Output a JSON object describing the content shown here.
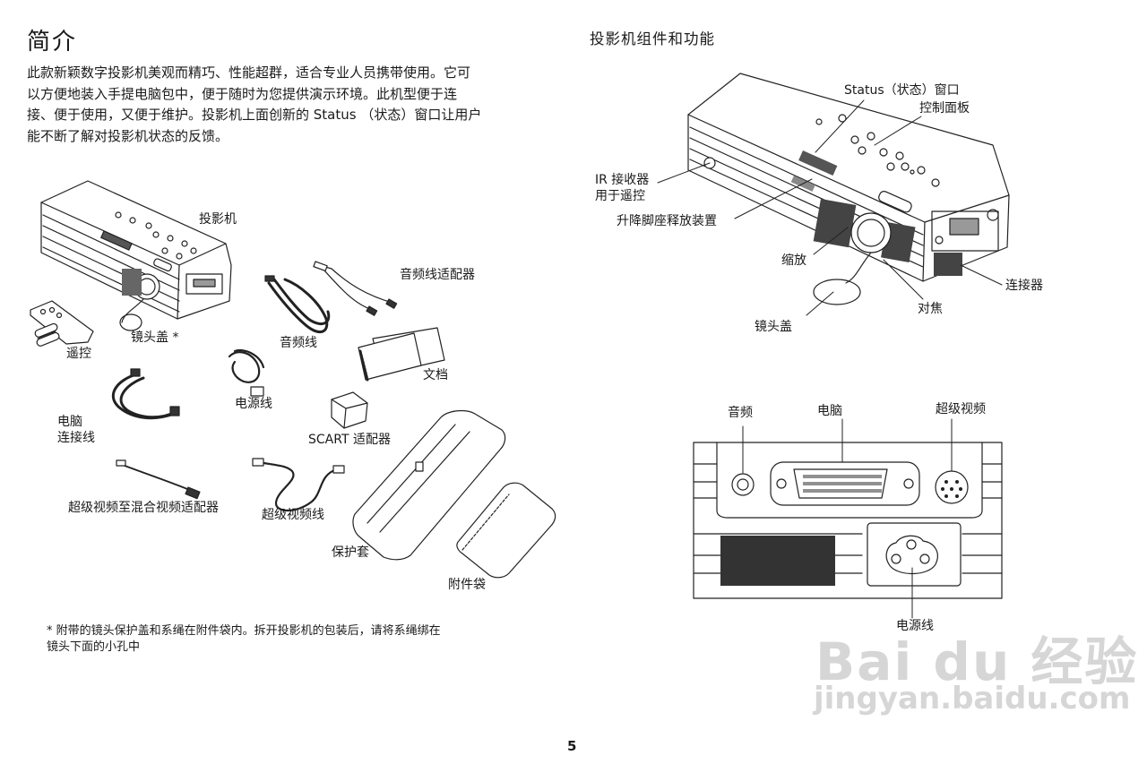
{
  "left": {
    "title": "简介",
    "intro_lines": [
      "此款新颖数字投影机美观而精巧、性能超群，适合专业人员携带使用。它可",
      "以方便地装入手提电脑包中，便于随时为您提供演示环境。此机型便于连",
      "接、便于使用，又便于维护。投影机上面创新的 Status （状态）窗口让用户",
      "能不断了解对投影机状态的反馈。"
    ],
    "items": {
      "projector": "投影机",
      "lens_cap": "镜头盖 *",
      "remote": "遥控",
      "audio_adapter": "音频线适配器",
      "audio_cable": "音频线",
      "documentation": "文档",
      "power_cord": "电源线",
      "computer_cable_line1": "电脑",
      "computer_cable_line2": "连接线",
      "scart_adapter": "SCART 适配器",
      "svideo_composite_adapter": "超级视频至混合视频适配器",
      "svideo_cable": "超级视频线",
      "soft_case": "保护套",
      "accessory_bag": "附件袋"
    },
    "footnote_lines": [
      "* 附带的镜头保护盖和系绳在附件袋内。拆开投影机的包装后，请将系绳绑在",
      "镜头下面的小孔中"
    ]
  },
  "right": {
    "title": "投影机组件和功能",
    "callouts": {
      "status_window": "Status（状态）窗口",
      "control_panel": "控制面板",
      "ir_receiver_line1": "IR 接收器",
      "ir_receiver_line2": "用于遥控",
      "elevator_release": "升降脚座释放装置",
      "zoom": "缩放",
      "connectors": "连接器",
      "focus": "对焦",
      "lens_cap": "镜头盖"
    },
    "panel": {
      "audio": "音频",
      "computer": "电脑",
      "svideo": "超级视频",
      "power": "电源线"
    }
  },
  "page_number": "5",
  "watermark": {
    "brand": "Bai du 经验",
    "url": "jingyan.baidu.com"
  }
}
